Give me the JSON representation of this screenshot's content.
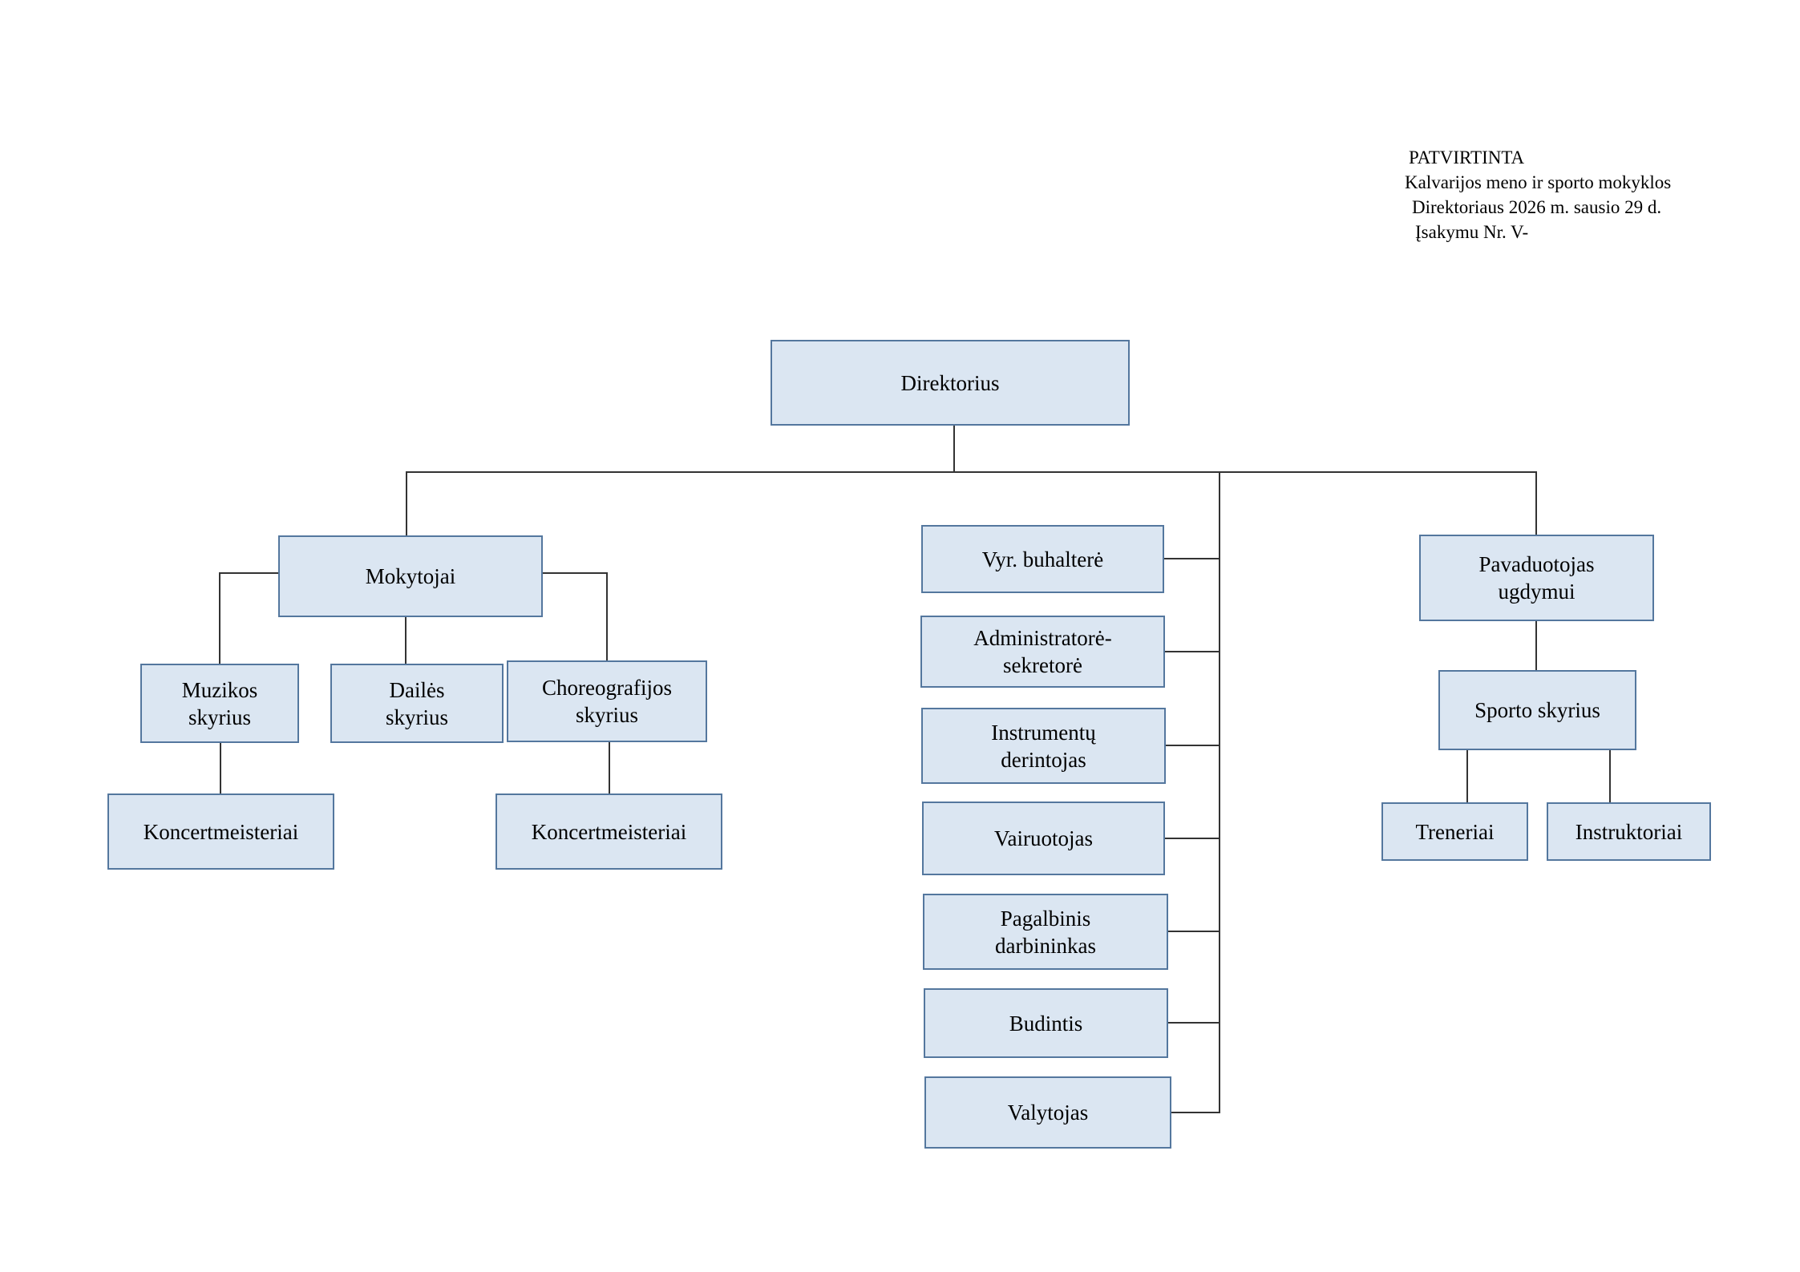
{
  "document": {
    "approval_note": {
      "lines": [
        "PATVIRTINTA",
        "Kalvarijos meno ir sporto mokyklos",
        "Direktoriaus 2026 m. sausio 29 d.",
        "Įsakymu Nr. V-"
      ]
    }
  },
  "org_chart": {
    "nodes": {
      "direktorius": {
        "lines": [
          "Direktorius"
        ]
      },
      "mokytojai": {
        "lines": [
          "Mokytojai"
        ]
      },
      "muzikos_skyrius": {
        "lines": [
          "Muzikos",
          "skyrius"
        ]
      },
      "dailes_skyrius": {
        "lines": [
          "Dailės",
          "skyrius"
        ]
      },
      "choreografijos_skyrius": {
        "lines": [
          "Choreografijos",
          "skyrius"
        ]
      },
      "koncertmeisteriai_muzikos": {
        "lines": [
          "Koncertmeisteriai"
        ]
      },
      "koncertmeisteriai_choreografijos": {
        "lines": [
          "Koncertmeisteriai"
        ]
      },
      "vyr_buhaltere": {
        "lines": [
          "Vyr. buhalterė"
        ]
      },
      "administratore_sekretore": {
        "lines": [
          "Administratorė-",
          "sekretorė"
        ]
      },
      "instrumentu_derintojas": {
        "lines": [
          "Instrumentų",
          "derintojas"
        ]
      },
      "vairuotojas": {
        "lines": [
          "Vairuotojas"
        ]
      },
      "pagalbinis_darbininkas": {
        "lines": [
          "Pagalbinis",
          "darbininkas"
        ]
      },
      "budintis": {
        "lines": [
          "Budintis"
        ]
      },
      "valytojas": {
        "lines": [
          "Valytojas"
        ]
      },
      "pavaduotojas_ugdymui": {
        "lines": [
          "Pavaduotojas",
          "ugdymui"
        ]
      },
      "sporto_skyrius": {
        "lines": [
          "Sporto skyrius"
        ]
      },
      "treneriai": {
        "lines": [
          "Treneriai"
        ]
      },
      "instruktoriai": {
        "lines": [
          "Instruktoriai"
        ]
      }
    },
    "edges": [
      [
        "direktorius",
        "mokytojai"
      ],
      [
        "direktorius",
        "vyr_buhaltere"
      ],
      [
        "direktorius",
        "administratore_sekretore"
      ],
      [
        "direktorius",
        "instrumentu_derintojas"
      ],
      [
        "direktorius",
        "vairuotojas"
      ],
      [
        "direktorius",
        "pagalbinis_darbininkas"
      ],
      [
        "direktorius",
        "budintis"
      ],
      [
        "direktorius",
        "valytojas"
      ],
      [
        "direktorius",
        "pavaduotojas_ugdymui"
      ],
      [
        "mokytojai",
        "muzikos_skyrius"
      ],
      [
        "mokytojai",
        "dailes_skyrius"
      ],
      [
        "mokytojai",
        "choreografijos_skyrius"
      ],
      [
        "muzikos_skyrius",
        "koncertmeisteriai_muzikos"
      ],
      [
        "choreografijos_skyrius",
        "koncertmeisteriai_choreografijos"
      ],
      [
        "pavaduotojas_ugdymui",
        "sporto_skyrius"
      ],
      [
        "sporto_skyrius",
        "treneriai"
      ],
      [
        "sporto_skyrius",
        "instruktoriai"
      ]
    ]
  },
  "colors": {
    "box-fill": "#dbe6f2",
    "box-border": "#54779e",
    "connector": "#333333",
    "text": "#000000"
  }
}
